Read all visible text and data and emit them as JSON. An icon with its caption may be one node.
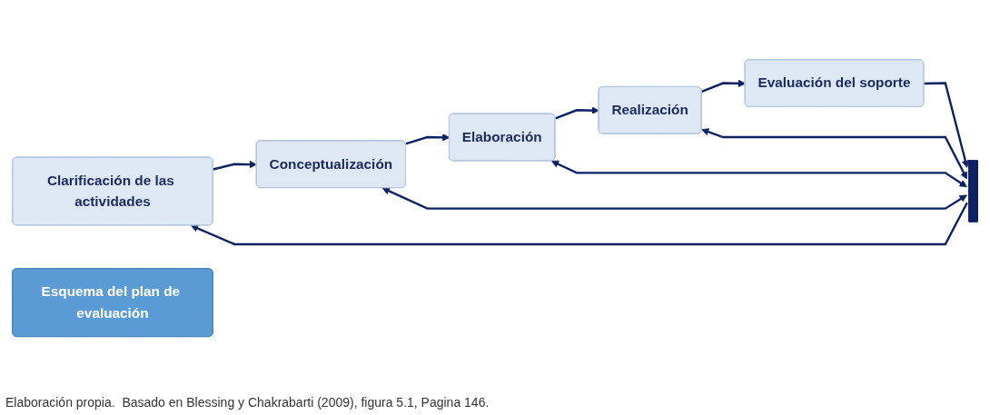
{
  "diagram": {
    "caption": "Elaboración propia.  Basado en Blessing y Chakrabarti (2009), figura 5.1, Pagina 146.",
    "nodes": [
      {
        "text": [
          "Clarificación de las actividades"
        ]
      },
      {
        "text": [
          "Conceptualización"
        ]
      },
      {
        "text": [
          "Elaboración"
        ]
      },
      {
        "text": [
          "Realización"
        ]
      },
      {
        "text": [
          "Evaluación del soporte"
        ]
      },
      {
        "text": [],
        "shape": "bar"
      },
      {
        "text": [
          "Esquema del plan de evaluación"
        ]
      }
    ],
    "edges": [
      {
        "from": 0,
        "to": 1,
        "arrow": "to"
      },
      {
        "from": 1,
        "to": 2,
        "arrow": "to"
      },
      {
        "from": 2,
        "to": 3,
        "arrow": "to"
      },
      {
        "from": 3,
        "to": 4,
        "arrow": "to"
      },
      {
        "from": 4,
        "to": 5,
        "arrow": "to"
      },
      {
        "from": 5,
        "to": 0,
        "arrow": "to"
      },
      {
        "from": 5,
        "to": 1,
        "arrow": "both"
      },
      {
        "from": 5,
        "to": 2,
        "arrow": "both"
      },
      {
        "from": 5,
        "to": 3,
        "arrow": "both"
      }
    ]
  }
}
